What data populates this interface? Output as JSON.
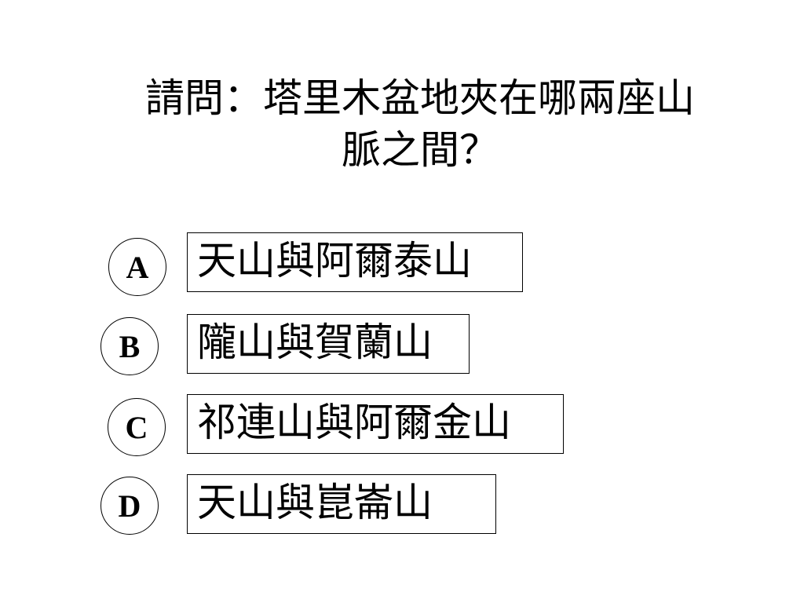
{
  "question": {
    "line1": "請問：塔里木盆地夾在哪兩座山",
    "line2": "脈之間？"
  },
  "options": [
    {
      "letter": "A",
      "text": "天山與阿爾泰山"
    },
    {
      "letter": "B",
      "text": "隴山與賀蘭山"
    },
    {
      "letter": "C",
      "text": "祁連山與阿爾金山"
    },
    {
      "letter": "D",
      "text": "天山與崑崙山"
    }
  ]
}
